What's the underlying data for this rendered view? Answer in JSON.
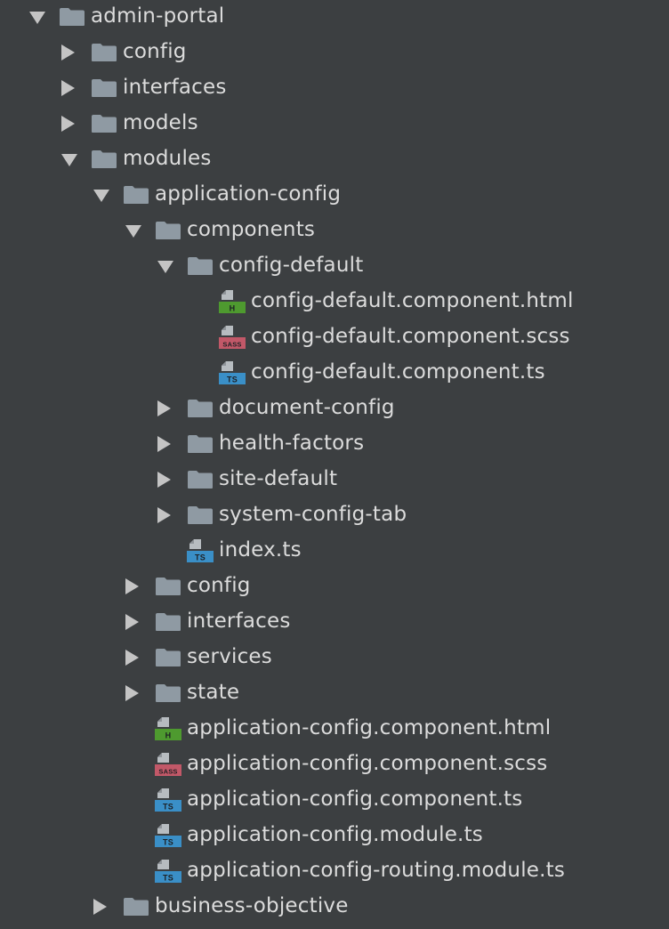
{
  "colors": {
    "background": "#3c3f41",
    "text": "#dcdcdc",
    "arrow": "#c4c4c4",
    "folder": "#8f9aa3",
    "html_badge": "#4e9a2f",
    "sass_badge": "#c25868",
    "ts_badge": "#3a8fc7"
  },
  "tree": [
    {
      "label": "admin-portal",
      "depth": 0,
      "kind": "folder",
      "state": "expanded"
    },
    {
      "label": "config",
      "depth": 1,
      "kind": "folder",
      "state": "collapsed"
    },
    {
      "label": "interfaces",
      "depth": 1,
      "kind": "folder",
      "state": "collapsed"
    },
    {
      "label": "models",
      "depth": 1,
      "kind": "folder",
      "state": "collapsed"
    },
    {
      "label": "modules",
      "depth": 1,
      "kind": "folder",
      "state": "expanded"
    },
    {
      "label": "application-config",
      "depth": 2,
      "kind": "folder",
      "state": "expanded"
    },
    {
      "label": "components",
      "depth": 3,
      "kind": "folder",
      "state": "expanded"
    },
    {
      "label": "config-default",
      "depth": 4,
      "kind": "folder",
      "state": "expanded"
    },
    {
      "label": "config-default.component.html",
      "depth": 5,
      "kind": "file",
      "filetype": "html",
      "badge": "H"
    },
    {
      "label": "config-default.component.scss",
      "depth": 5,
      "kind": "file",
      "filetype": "sass",
      "badge": "SASS"
    },
    {
      "label": "config-default.component.ts",
      "depth": 5,
      "kind": "file",
      "filetype": "ts",
      "badge": "TS"
    },
    {
      "label": "document-config",
      "depth": 4,
      "kind": "folder",
      "state": "collapsed"
    },
    {
      "label": "health-factors",
      "depth": 4,
      "kind": "folder",
      "state": "collapsed"
    },
    {
      "label": "site-default",
      "depth": 4,
      "kind": "folder",
      "state": "collapsed"
    },
    {
      "label": "system-config-tab",
      "depth": 4,
      "kind": "folder",
      "state": "collapsed"
    },
    {
      "label": "index.ts",
      "depth": 4,
      "kind": "file",
      "filetype": "ts",
      "badge": "TS"
    },
    {
      "label": "config",
      "depth": 3,
      "kind": "folder",
      "state": "collapsed"
    },
    {
      "label": "interfaces",
      "depth": 3,
      "kind": "folder",
      "state": "collapsed"
    },
    {
      "label": "services",
      "depth": 3,
      "kind": "folder",
      "state": "collapsed"
    },
    {
      "label": "state",
      "depth": 3,
      "kind": "folder",
      "state": "collapsed"
    },
    {
      "label": "application-config.component.html",
      "depth": 3,
      "kind": "file",
      "filetype": "html",
      "badge": "H"
    },
    {
      "label": "application-config.component.scss",
      "depth": 3,
      "kind": "file",
      "filetype": "sass",
      "badge": "SASS"
    },
    {
      "label": "application-config.component.ts",
      "depth": 3,
      "kind": "file",
      "filetype": "ts",
      "badge": "TS"
    },
    {
      "label": "application-config.module.ts",
      "depth": 3,
      "kind": "file",
      "filetype": "ts",
      "badge": "TS"
    },
    {
      "label": "application-config-routing.module.ts",
      "depth": 3,
      "kind": "file",
      "filetype": "ts",
      "badge": "TS"
    },
    {
      "label": "business-objective",
      "depth": 2,
      "kind": "folder",
      "state": "collapsed"
    }
  ]
}
